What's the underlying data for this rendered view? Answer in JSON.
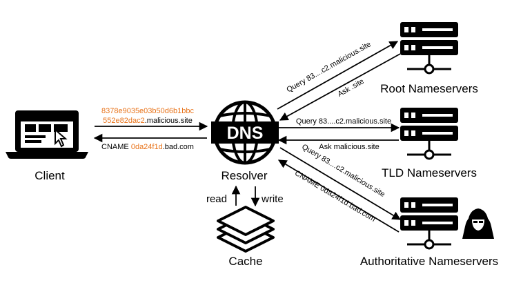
{
  "nodes": {
    "client": "Client",
    "resolver": "Resolver",
    "dns_badge": "DNS",
    "cache": "Cache",
    "root": "Root Nameservers",
    "tld": "TLD Nameservers",
    "auth": "Authoritative Nameservers"
  },
  "client_link": {
    "query_line1": "8378e9035e03b50d6b1bbc",
    "query_line2_orange": "552e82dac2",
    "query_line2_rest": ".malicious.site",
    "response_prefix": "CNAME",
    "response_orange": "0da24f1d",
    "response_rest": ".bad.com"
  },
  "cache_link": {
    "read": "read",
    "write": "write"
  },
  "root_link": {
    "query": "Query 83....c2.malicious.site",
    "answer": "Ask .site"
  },
  "tld_link": {
    "query": "Query 83....c2.malicious.site",
    "answer": "Ask malicious.site"
  },
  "auth_link": {
    "query": "Query 83....c2.malicious.site",
    "answer": "CNAME  0da24f1d.bad.com"
  },
  "colors": {
    "highlight": "#E8731A",
    "ink": "#000000"
  },
  "icons": [
    "laptop-icon",
    "dns-globe-icon",
    "stack-layers-icon",
    "server-icon",
    "hacker-icon"
  ]
}
